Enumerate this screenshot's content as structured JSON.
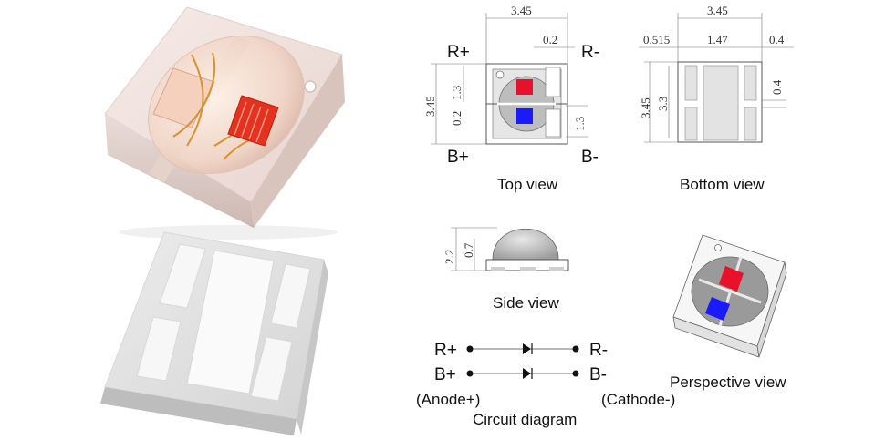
{
  "top_view": {
    "caption": "Top view",
    "width": "3.45",
    "gap": "0.2",
    "height": "3.45",
    "upper_h": "1.3",
    "split": "0.2",
    "lower_h": "1.3",
    "pins": {
      "r_plus": "R+",
      "r_minus": "R-",
      "b_plus": "B+",
      "b_minus": "B-"
    },
    "chip_colors": {
      "red": "#e8102a",
      "blue": "#1a1aff"
    }
  },
  "bottom_view": {
    "caption": "Bottom view",
    "width": "3.45",
    "left_pad": "0.515",
    "center_pad": "1.47",
    "right_pad": "0.4",
    "height": "3.45",
    "inner_h": "3.3",
    "pad_h": "0.4"
  },
  "side_view": {
    "caption": "Side view",
    "total_h": "2.2",
    "body_h": "0.7"
  },
  "perspective_view": {
    "caption": "Perspective view"
  },
  "circuit": {
    "caption": "Circuit diagram",
    "r_plus": "R+",
    "r_minus": "R-",
    "b_plus": "B+",
    "b_minus": "B-",
    "anode": "(Anode+)",
    "cathode": "(Cathode-)"
  }
}
